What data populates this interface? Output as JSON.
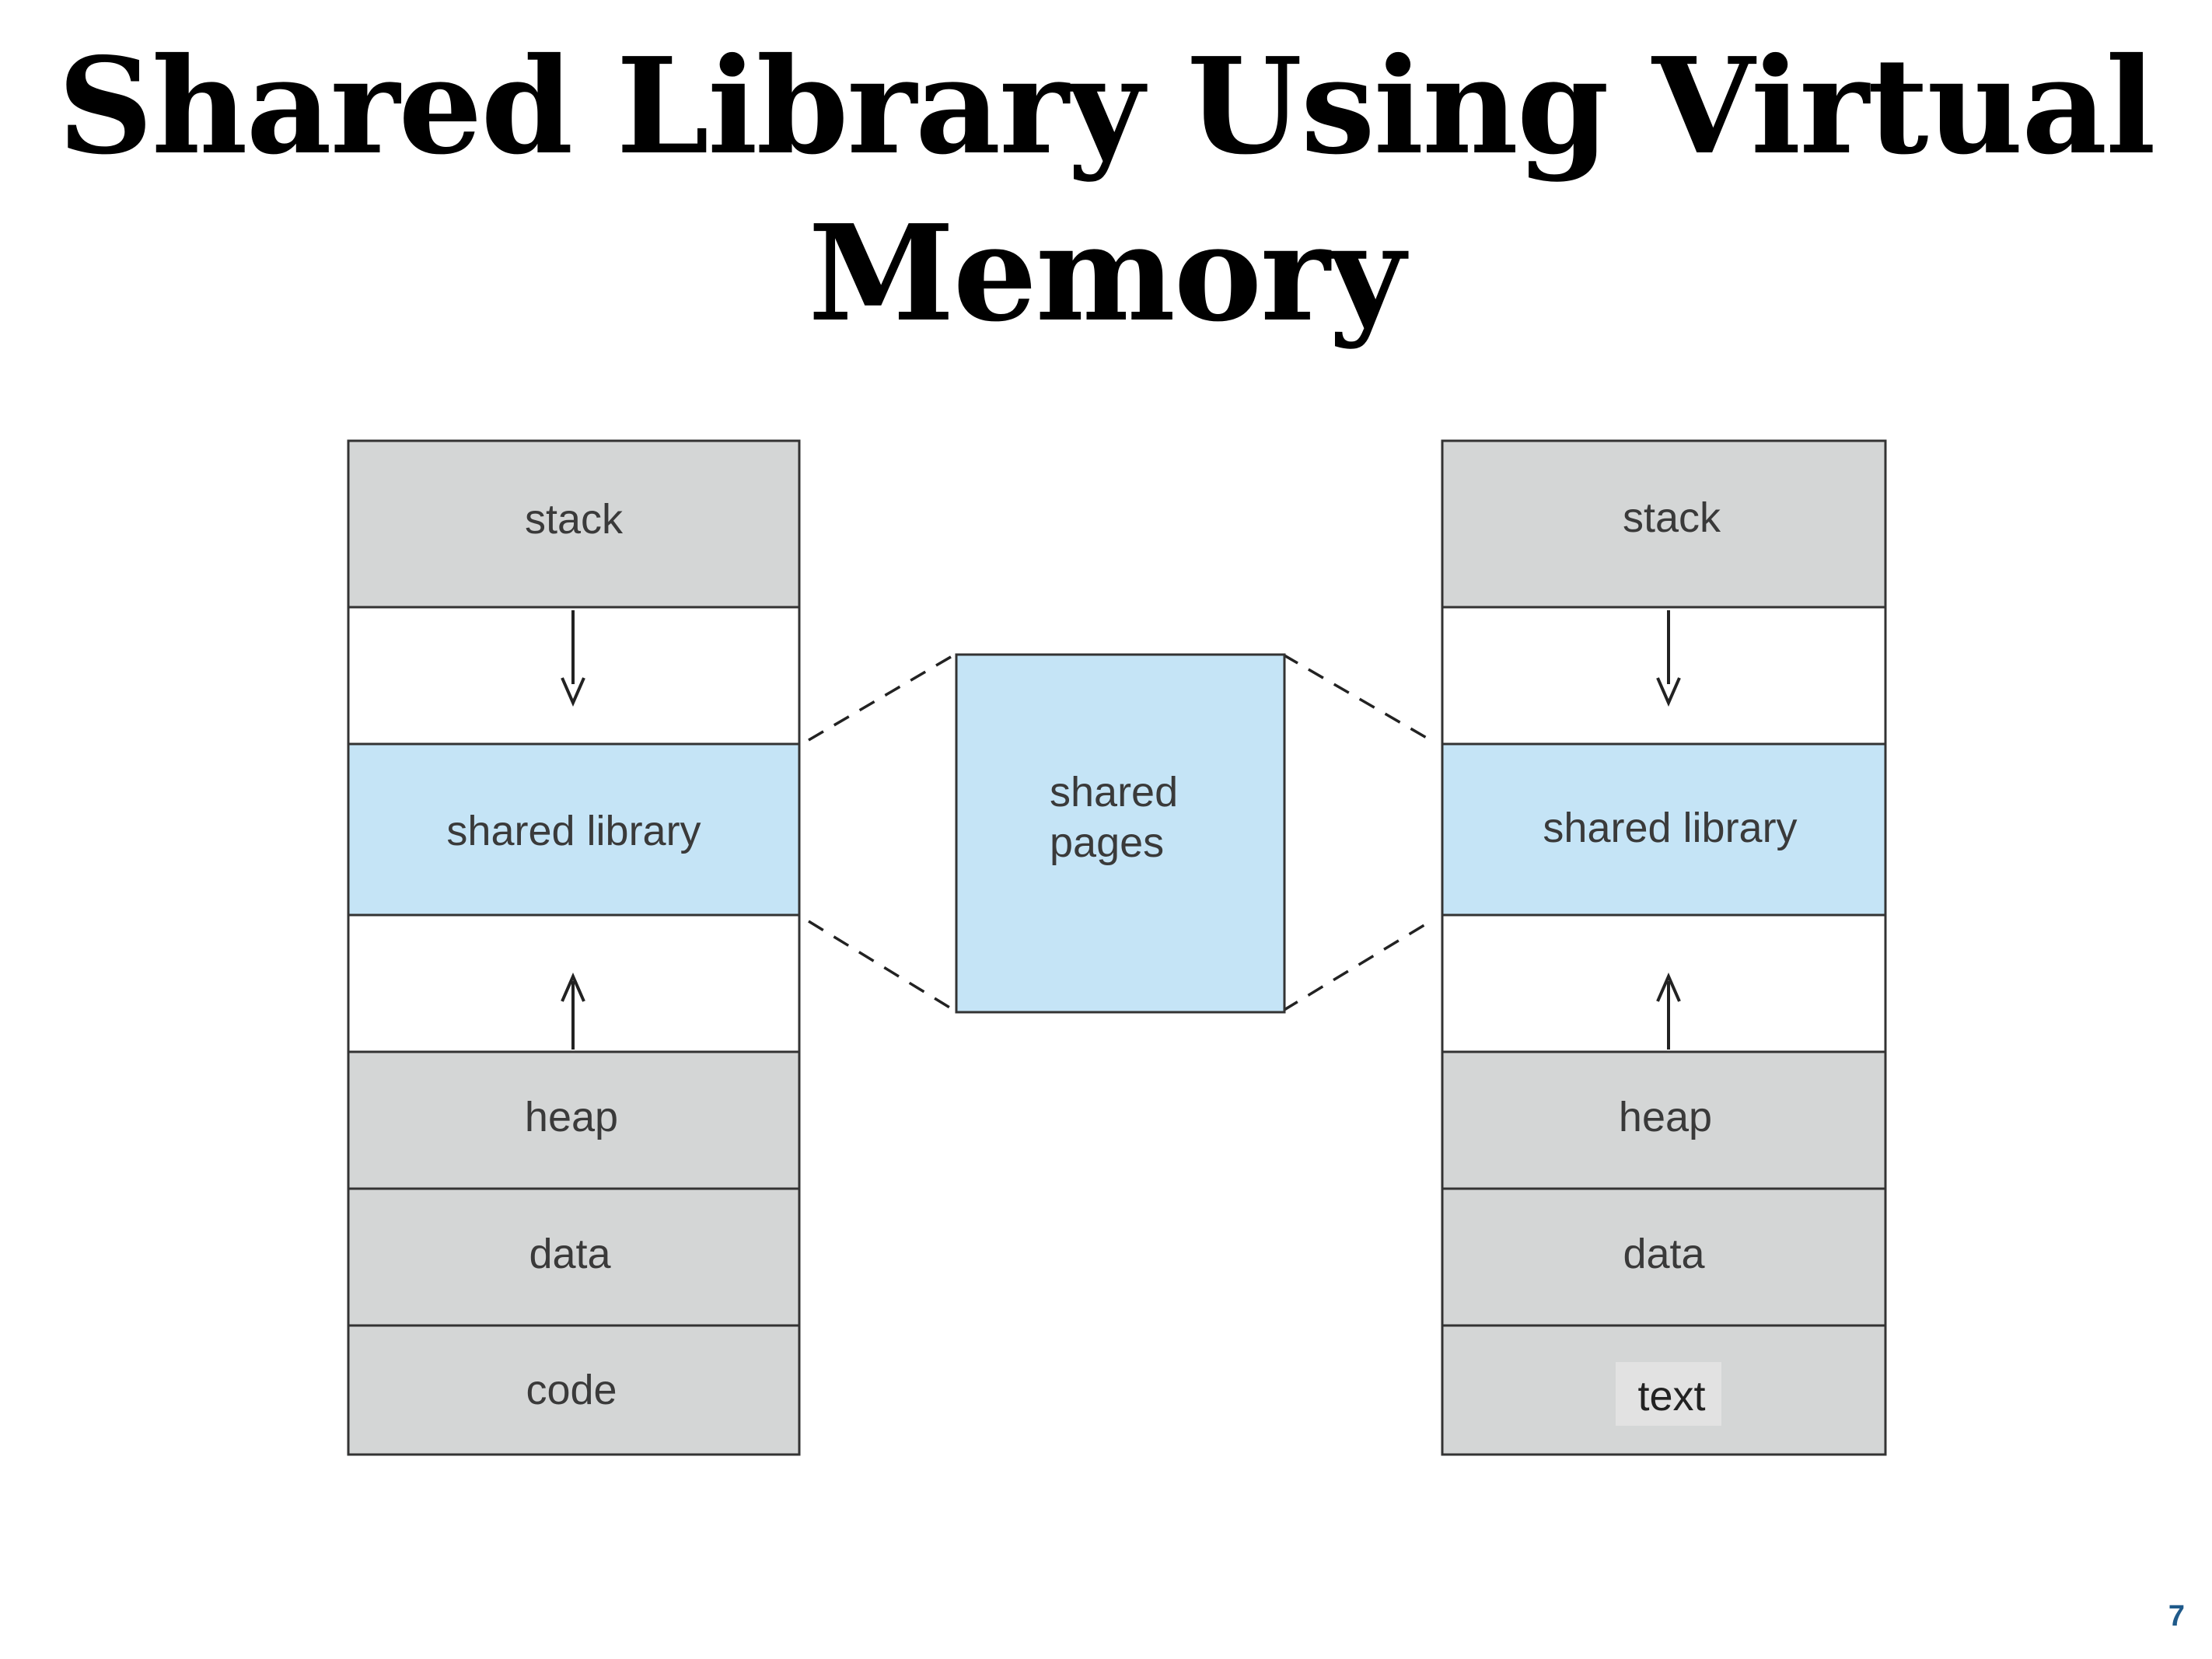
{
  "slide": {
    "title_line1": "Shared Library Using Virtual",
    "title_line2": "Memory",
    "page_number": "7"
  },
  "colors": {
    "segment_gray": "#d4d6d6",
    "shared_blue": "#c5e4f6",
    "free_white": "#ffffff",
    "border": "#333333",
    "page_number": "#1f5a8a"
  },
  "left_process": {
    "segments": [
      "stack",
      "",
      "shared library",
      "",
      "heap",
      "data",
      "code"
    ]
  },
  "shared_memory": {
    "label_line1": "shared",
    "label_line2": "pages"
  },
  "right_process": {
    "segments": [
      "stack",
      "",
      "shared library",
      "",
      "heap",
      "data",
      "text"
    ]
  }
}
